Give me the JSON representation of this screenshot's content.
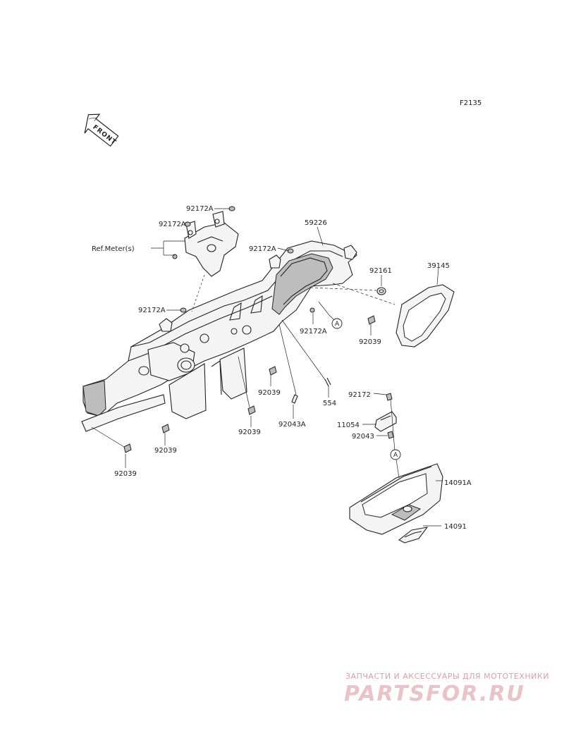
{
  "diagram": {
    "code": "F2135",
    "front_label": "FRONT",
    "labels": [
      {
        "id": "92172A-top",
        "text": "92172A"
      },
      {
        "id": "92172A-second",
        "text": "92172A"
      },
      {
        "id": "ref-meter",
        "text": "Ref.Meter(s)"
      },
      {
        "id": "92172A-mid",
        "text": "92172A"
      },
      {
        "id": "92172A-left",
        "text": "92172A"
      },
      {
        "id": "59226",
        "text": "59226"
      },
      {
        "id": "92161",
        "text": "92161"
      },
      {
        "id": "39145",
        "text": "39145"
      },
      {
        "id": "92172A-right",
        "text": "92172A"
      },
      {
        "id": "92039-right",
        "text": "92039"
      },
      {
        "id": "92039-center",
        "text": "92039"
      },
      {
        "id": "554",
        "text": "554"
      },
      {
        "id": "92043A",
        "text": "92043A"
      },
      {
        "id": "92039-lower",
        "text": "92039"
      },
      {
        "id": "92039-left",
        "text": "92039"
      },
      {
        "id": "92039-bottom",
        "text": "92039"
      },
      {
        "id": "92172",
        "text": "92172"
      },
      {
        "id": "11054",
        "text": "11054"
      },
      {
        "id": "92043",
        "text": "92043"
      },
      {
        "id": "14091A",
        "text": "14091A"
      },
      {
        "id": "14091",
        "text": "14091"
      }
    ],
    "callouts": [
      {
        "id": "callout-a-upper",
        "text": "A"
      },
      {
        "id": "callout-a-lower",
        "text": "A"
      }
    ],
    "watermark": {
      "line1": "ЗАПЧАСТИ И АКСЕССУАРЫ ДЛЯ МОТОТЕХНИКИ",
      "line2": "PARTSFOR.RU"
    }
  }
}
